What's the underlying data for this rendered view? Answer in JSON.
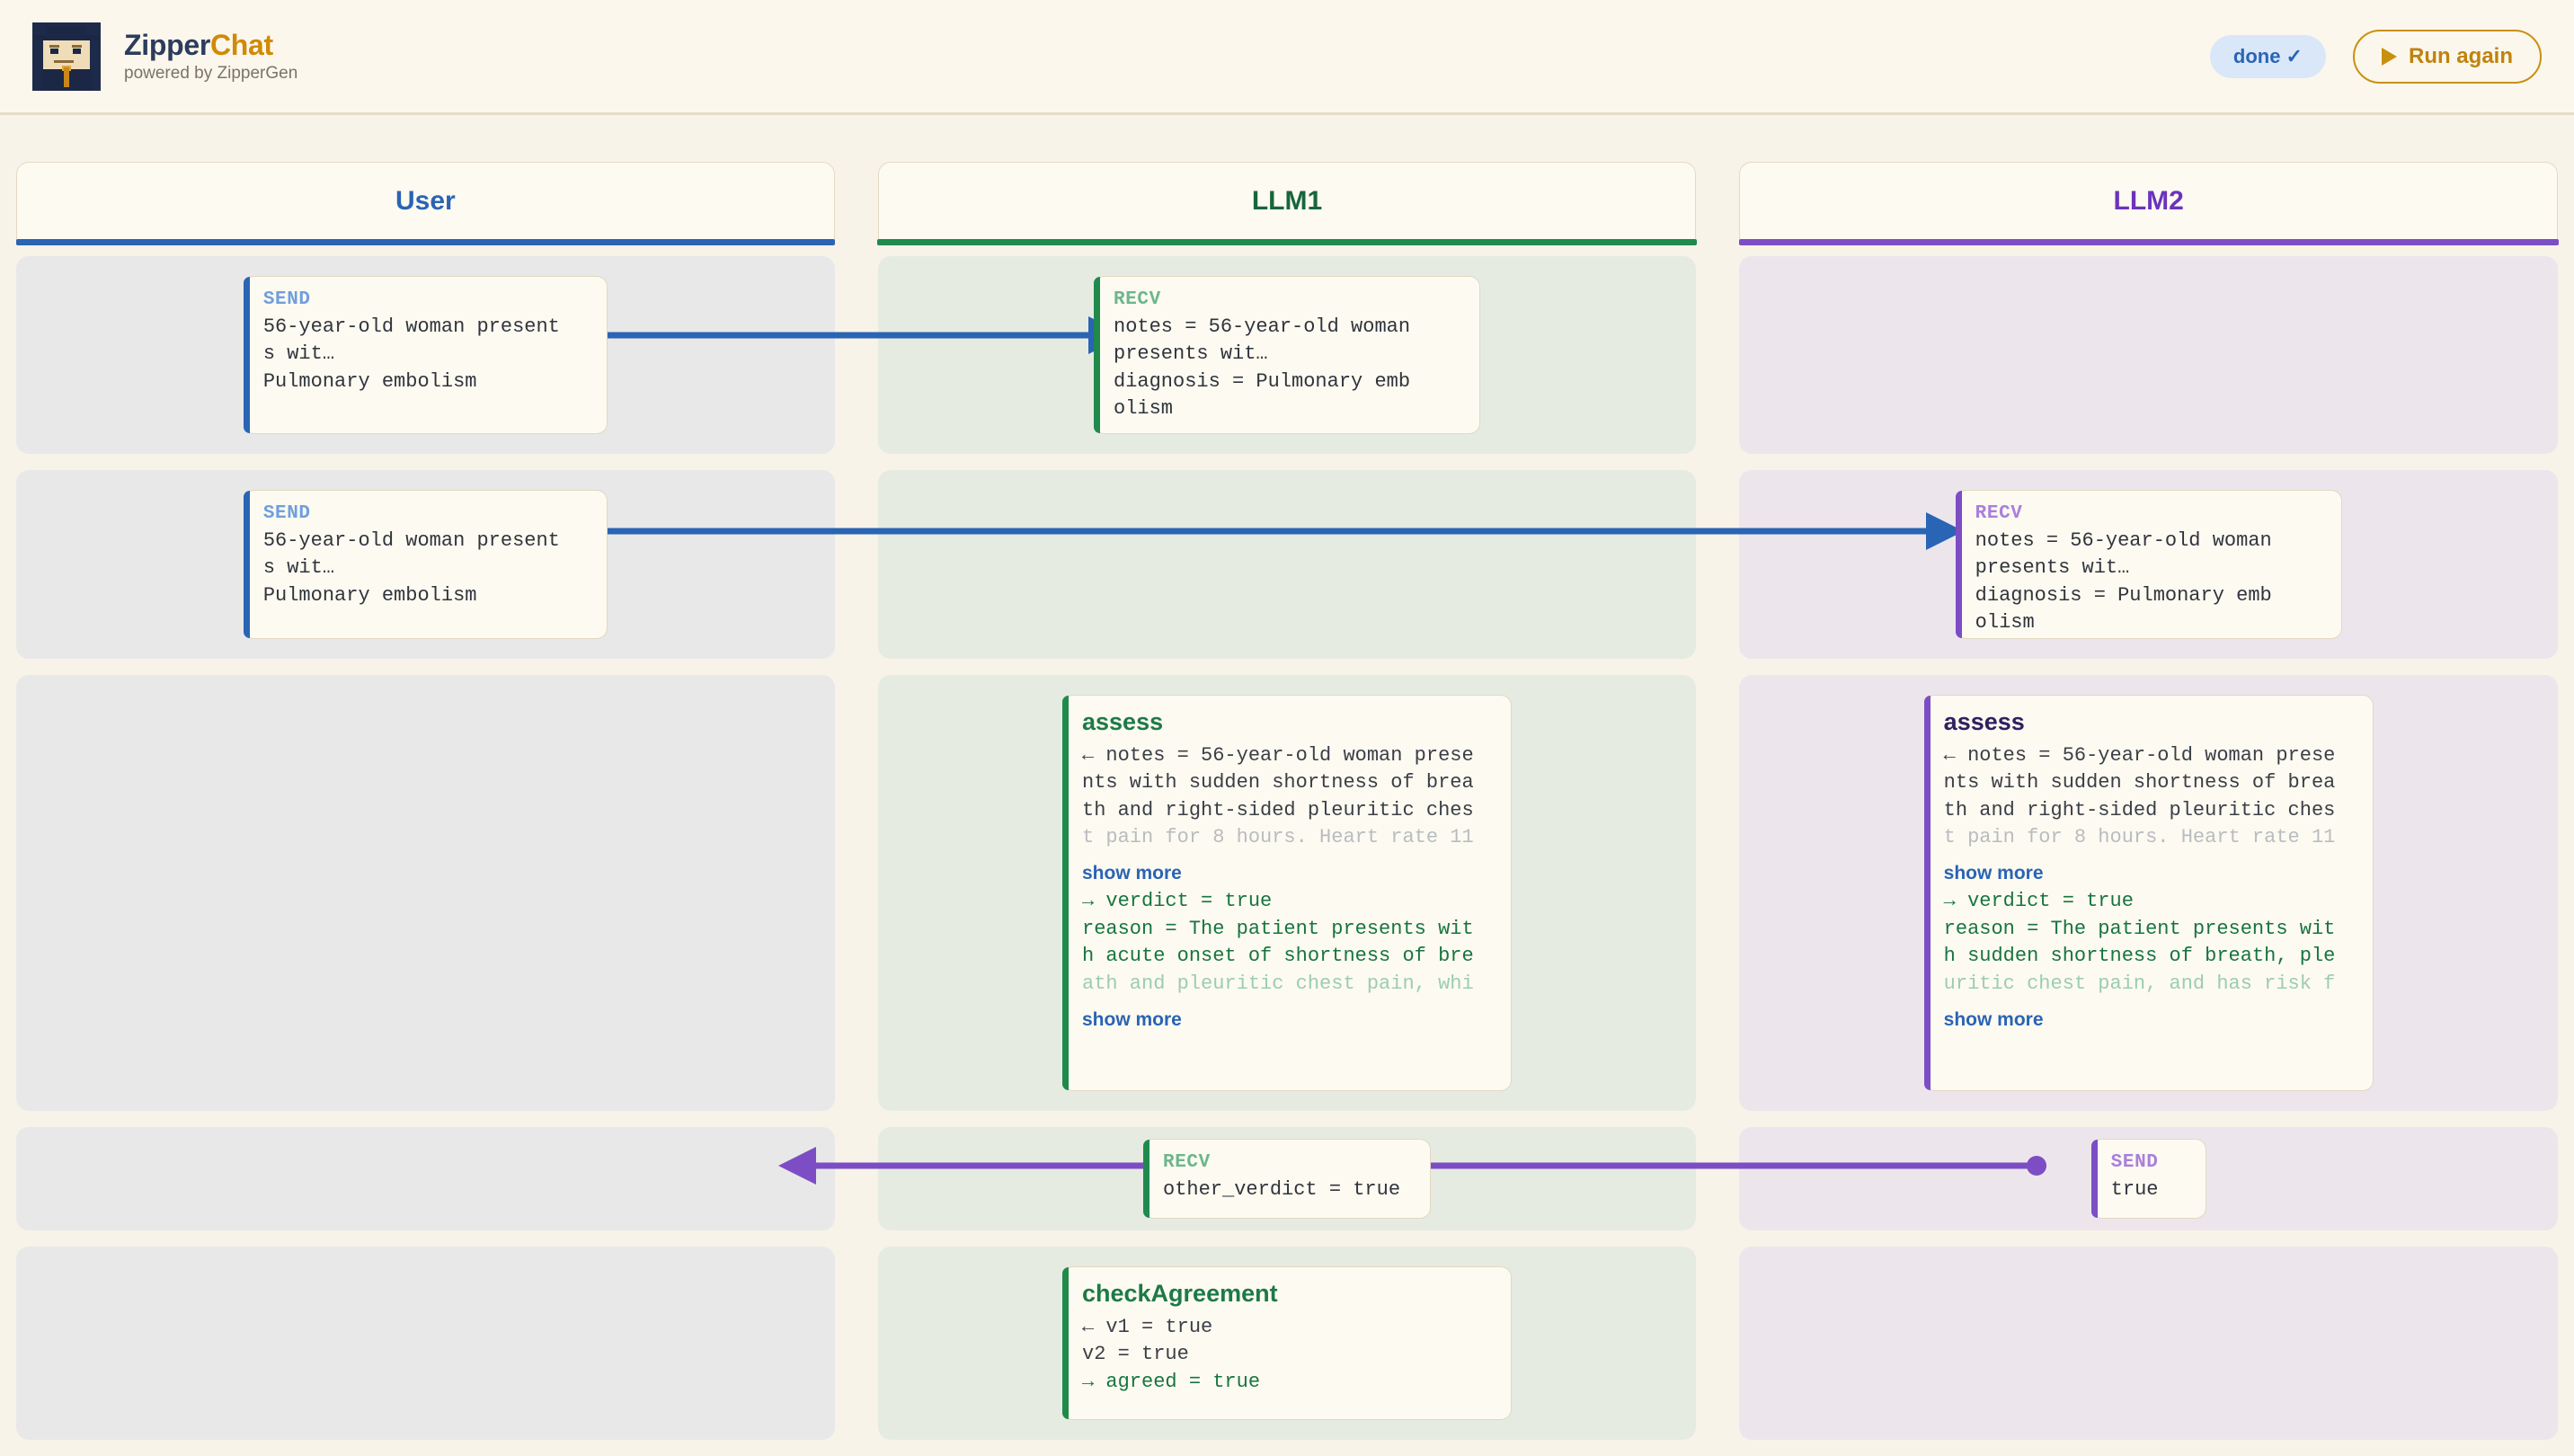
{
  "header": {
    "app_name_part1": "Zipper",
    "app_name_part2": "Chat",
    "subtitle": "powered by ZipperGen",
    "status_label": "done ✓",
    "run_button_label": "Run again",
    "accent_brand": "#d18a06",
    "accent_title": "#2c3c5c",
    "status_bg": "#d9e7f8",
    "status_fg": "#2a64b4"
  },
  "columns": [
    {
      "label": "User",
      "color": "#2a64b4",
      "bg": "#e8e8e9"
    },
    {
      "label": "LLM1",
      "color": "#1f8a4c",
      "bg": "#e6ebe2"
    },
    {
      "label": "LLM2",
      "color": "#7c4dc4",
      "bg": "#ece6ec"
    }
  ],
  "rows": [
    {
      "id": "row-1",
      "user": {
        "kind": "SEND",
        "lines": "56-year-old woman present\ns wit…\nPulmonary embolism"
      },
      "llm1": {
        "kind": "RECV",
        "lines": "notes = 56-year-old woman\npresents wit…\ndiagnosis = Pulmonary emb\nolism"
      },
      "arrow": {
        "from": "user",
        "to": "llm1",
        "color": "#2a64b4",
        "direction": "right"
      }
    },
    {
      "id": "row-2",
      "user": {
        "kind": "SEND",
        "lines": "56-year-old woman present\ns wit…\nPulmonary embolism"
      },
      "llm2": {
        "kind": "RECV",
        "lines": "notes = 56-year-old woman\npresents wit…\ndiagnosis = Pulmonary emb\nolism"
      },
      "arrow": {
        "from": "user",
        "to": "llm2",
        "color": "#2a64b4",
        "direction": "right"
      }
    },
    {
      "id": "row-3",
      "llm1_step": {
        "title": "assess",
        "input_visible": "← notes = 56-year-old woman prese\nnts with sudden shortness of brea\nth and right-sided pleuritic ches",
        "input_faded": "t pain for 8 hours. Heart rate 11",
        "input_showmore": "show more",
        "output_visible": "→ verdict = true\nreason = The patient presents wit\nh acute onset of shortness of bre",
        "output_faded": "ath and pleuritic chest pain, whi",
        "output_showmore": "show more"
      },
      "llm2_step": {
        "title": "assess",
        "input_visible": "← notes = 56-year-old woman prese\nnts with sudden shortness of brea\nth and right-sided pleuritic ches",
        "input_faded": "t pain for 8 hours. Heart rate 11",
        "input_showmore": "show more",
        "output_visible": "→ verdict = true\nreason = The patient presents wit\nh sudden shortness of breath, ple",
        "output_faded": "uritic chest pain, and has risk f",
        "output_showmore": "show more"
      }
    },
    {
      "id": "row-4",
      "llm1": {
        "kind": "RECV",
        "lines": "other_verdict = true"
      },
      "llm2": {
        "kind": "SEND",
        "lines": "true"
      },
      "arrow": {
        "from": "llm2",
        "to": "llm1",
        "color": "#7c4dc4",
        "direction": "left"
      }
    },
    {
      "id": "row-5",
      "llm1_step": {
        "title": "checkAgreement",
        "input_visible": "← v1 = true\nv2 = true",
        "output_visible": "→ agreed = true"
      }
    }
  ]
}
